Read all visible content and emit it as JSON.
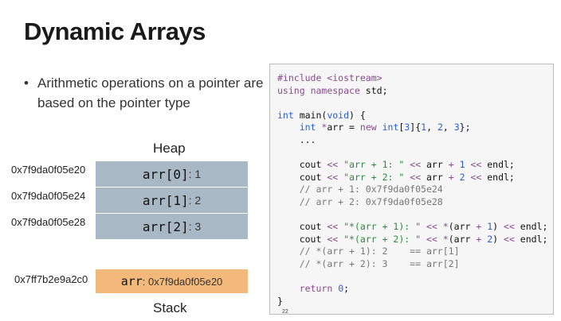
{
  "slide": {
    "title": "Dynamic Arrays",
    "bullet_marker": "•",
    "bullet_text": "Arithmetic operations on a pointer are based on the pointer type",
    "slide_number": "22"
  },
  "heap": {
    "label": "Heap",
    "cells": [
      {
        "address": "0x7f9da0f05e20",
        "name": "arr[0]",
        "value": ": 1"
      },
      {
        "address": "0x7f9da0f05e24",
        "name": "arr[1]",
        "value": ": 2"
      },
      {
        "address": "0x7f9da0f05e28",
        "name": "arr[2]",
        "value": ": 3"
      }
    ]
  },
  "stack": {
    "label": "Stack",
    "address": "0x7ff7b2e9a2c0",
    "name": "arr",
    "value": ": 0x7f9da0f05e20"
  },
  "code": {
    "lines": [
      "#include <iostream>",
      "using namespace std;",
      "",
      "int main(void) {",
      "    int *arr = new int[3]{1, 2, 3};",
      "    ...",
      "",
      "    cout << \"arr + 1: \" << arr + 1 << endl;",
      "    cout << \"arr + 2: \" << arr + 2 << endl;",
      "    // arr + 1: 0x7f9da0f05e24",
      "    // arr + 2: 0x7f9da0f05e28",
      "",
      "    cout << \"*(arr + 1): \" << *(arr + 1) << endl;",
      "    cout << \"*(arr + 2): \" << *(arr + 2) << endl;",
      "    // *(arr + 1): 2    == arr[1]",
      "    // *(arr + 2): 3    == arr[2]",
      "",
      "    return 0;",
      "}"
    ]
  },
  "colors": {
    "heap_cell": "#a8b8c4",
    "stack_cell": "#f3b97a",
    "code_bg": "#f6f6f6"
  }
}
